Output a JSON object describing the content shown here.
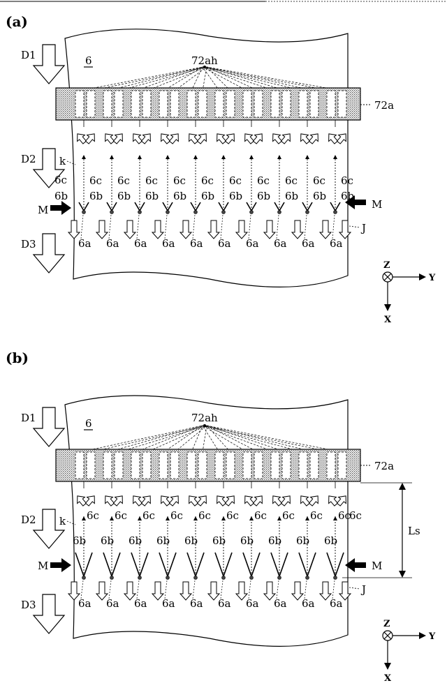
{
  "figure": {
    "top_rule_dashes": true,
    "panel_a": {
      "panel_label": "(a)",
      "sheet_label": "6",
      "hole_label": "72ah",
      "bar_label": "72a",
      "flow_labels": [
        "D1",
        "D2",
        "D3"
      ],
      "side_labels": [
        "M",
        "M"
      ],
      "k_label": "k",
      "j_label": "J",
      "tip_labels_c": [
        "6c",
        "6c",
        "6c",
        "6c",
        "6c",
        "6c",
        "6c",
        "6c",
        "6c",
        "6c"
      ],
      "tip_labels_b": [
        "6b",
        "6b",
        "6b",
        "6b",
        "6b",
        "6b",
        "6b",
        "6b",
        "6b",
        "6b"
      ],
      "bottom_labels": [
        "6a",
        "6a",
        "6a",
        "6a",
        "6a",
        "6a",
        "6a",
        "6a",
        "6a",
        "6a"
      ],
      "left_c": "6c",
      "left_b": "6b"
    },
    "panel_b": {
      "panel_label": "(b)",
      "sheet_label": "6",
      "hole_label": "72ah",
      "bar_label": "72a",
      "flow_labels": [
        "D1",
        "D2",
        "D3"
      ],
      "side_labels": [
        "M",
        "M"
      ],
      "k_label": "k",
      "j_label": "J",
      "ls_label": "Ls",
      "tip_labels_c": [
        "6c",
        "6c",
        "6c",
        "6c",
        "6c",
        "6c",
        "6c",
        "6c",
        "6c",
        "6c"
      ],
      "tip_labels_b": [
        "6b",
        "6b",
        "6b",
        "6b",
        "6b",
        "6b",
        "6b",
        "6b",
        "6b",
        "6b"
      ],
      "bottom_labels": [
        "6a",
        "6a",
        "6a",
        "6a",
        "6a",
        "6a",
        "6a",
        "6a",
        "6a",
        "6a"
      ],
      "right_c": "6c"
    },
    "axes": {
      "z": "Z",
      "y": "Y",
      "x": "X"
    }
  }
}
